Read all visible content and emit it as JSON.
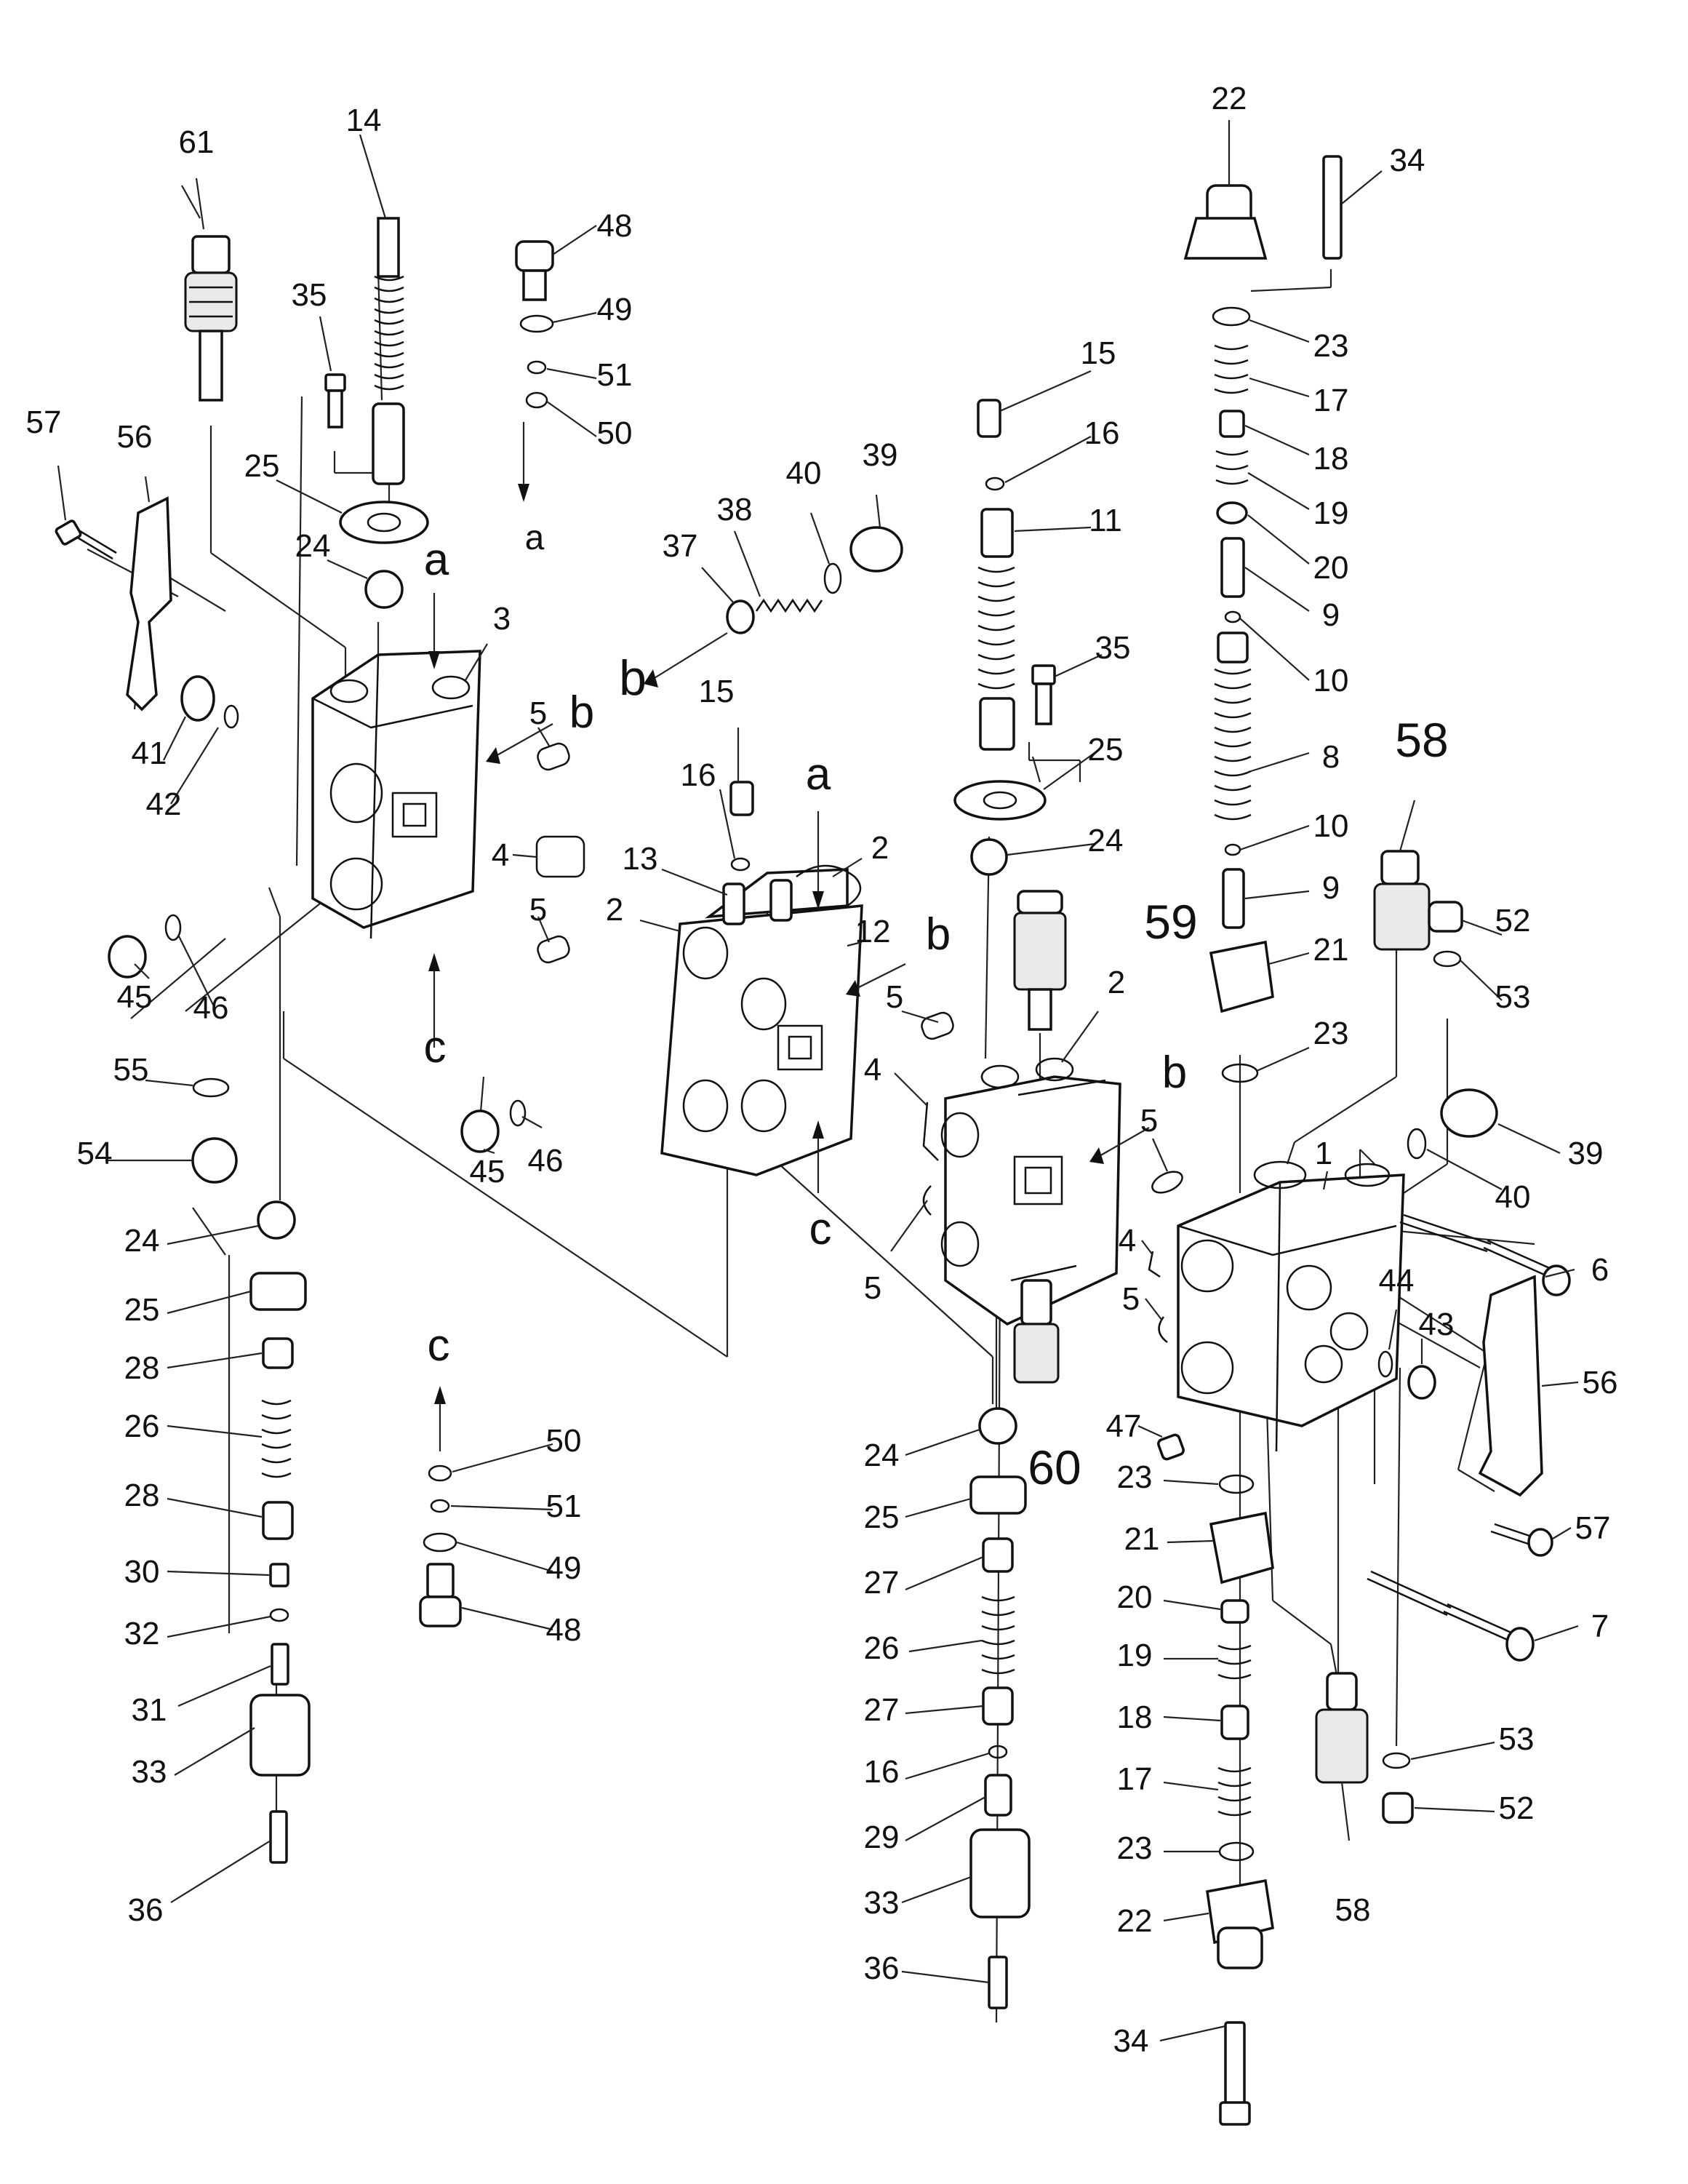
{
  "callouts": [
    {
      "text": "61"
    },
    {
      "text": "14"
    },
    {
      "text": "35"
    },
    {
      "text": "57"
    },
    {
      "text": "56"
    },
    {
      "text": "25"
    },
    {
      "text": "24"
    },
    {
      "text": "3"
    },
    {
      "text": "41"
    },
    {
      "text": "42"
    },
    {
      "text": "45"
    },
    {
      "text": "46"
    },
    {
      "text": "55"
    },
    {
      "text": "54"
    },
    {
      "text": "24"
    },
    {
      "text": "25"
    },
    {
      "text": "28"
    },
    {
      "text": "26"
    },
    {
      "text": "28"
    },
    {
      "text": "30"
    },
    {
      "text": "32"
    },
    {
      "text": "31"
    },
    {
      "text": "33"
    },
    {
      "text": "36"
    },
    {
      "text": "48"
    },
    {
      "text": "49"
    },
    {
      "text": "51"
    },
    {
      "text": "50"
    },
    {
      "text": "37"
    },
    {
      "text": "38"
    },
    {
      "text": "40"
    },
    {
      "text": "39"
    },
    {
      "text": "5"
    },
    {
      "text": "4"
    },
    {
      "text": "5"
    },
    {
      "text": "15"
    },
    {
      "text": "16"
    },
    {
      "text": "13"
    },
    {
      "text": "2"
    },
    {
      "text": "2"
    },
    {
      "text": "12"
    },
    {
      "text": "45"
    },
    {
      "text": "46"
    },
    {
      "text": "50"
    },
    {
      "text": "51"
    },
    {
      "text": "49"
    },
    {
      "text": "48"
    },
    {
      "text": "15"
    },
    {
      "text": "16"
    },
    {
      "text": "11"
    },
    {
      "text": "35"
    },
    {
      "text": "25"
    },
    {
      "text": "24"
    },
    {
      "text": "5"
    },
    {
      "text": "2"
    },
    {
      "text": "4"
    },
    {
      "text": "5"
    },
    {
      "text": "24"
    },
    {
      "text": "25"
    },
    {
      "text": "27"
    },
    {
      "text": "26"
    },
    {
      "text": "27"
    },
    {
      "text": "16"
    },
    {
      "text": "29"
    },
    {
      "text": "33"
    },
    {
      "text": "36"
    },
    {
      "text": "22"
    },
    {
      "text": "34"
    },
    {
      "text": "23"
    },
    {
      "text": "17"
    },
    {
      "text": "18"
    },
    {
      "text": "19"
    },
    {
      "text": "20"
    },
    {
      "text": "9"
    },
    {
      "text": "10"
    },
    {
      "text": "8"
    },
    {
      "text": "10"
    },
    {
      "text": "9"
    },
    {
      "text": "21"
    },
    {
      "text": "23"
    },
    {
      "text": "52"
    },
    {
      "text": "53"
    },
    {
      "text": "39"
    },
    {
      "text": "40"
    },
    {
      "text": "5"
    },
    {
      "text": "1"
    },
    {
      "text": "4"
    },
    {
      "text": "5"
    },
    {
      "text": "6"
    },
    {
      "text": "44"
    },
    {
      "text": "43"
    },
    {
      "text": "56"
    },
    {
      "text": "47"
    },
    {
      "text": "57"
    },
    {
      "text": "23"
    },
    {
      "text": "21"
    },
    {
      "text": "20"
    },
    {
      "text": "19"
    },
    {
      "text": "18"
    },
    {
      "text": "17"
    },
    {
      "text": "23"
    },
    {
      "text": "22"
    },
    {
      "text": "34"
    },
    {
      "text": "7"
    },
    {
      "text": "53"
    },
    {
      "text": "52"
    },
    {
      "text": "58"
    }
  ],
  "big_callouts": [
    {
      "text": "58"
    },
    {
      "text": "59"
    },
    {
      "text": "60"
    }
  ],
  "flow_markers": [
    {
      "text": "a"
    },
    {
      "text": "a"
    },
    {
      "text": "a"
    },
    {
      "text": "b"
    },
    {
      "text": "b"
    },
    {
      "text": "b"
    },
    {
      "text": "b"
    },
    {
      "text": "c"
    },
    {
      "text": "c"
    },
    {
      "text": "c"
    }
  ]
}
